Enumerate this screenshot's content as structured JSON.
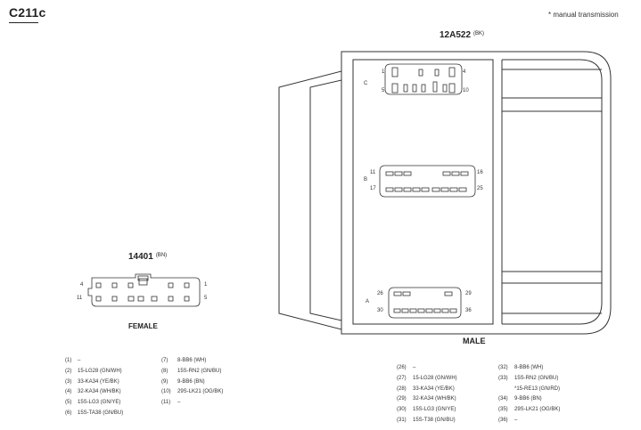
{
  "connector_id": "C211c",
  "note": "*   manual transmission",
  "male_connector": {
    "name": "12A522",
    "color": "(BK)",
    "gender_label": "MALE",
    "section_c": {
      "letter": "C",
      "top_left": "1",
      "top_right": "4",
      "bottom_left": "5",
      "bottom_right": "10"
    },
    "section_b": {
      "letter": "B",
      "top_left": "11",
      "top_right": "16",
      "bottom_left": "17",
      "bottom_right": "25"
    },
    "section_a": {
      "letter": "A",
      "top_left": "26",
      "top_right": "29",
      "bottom_left": "30",
      "bottom_right": "36"
    }
  },
  "female_connector": {
    "name": "14401",
    "color": "(BN)",
    "gender_label": "FEMALE",
    "top_left": "4",
    "top_right": "1",
    "bottom_left": "11",
    "bottom_right": "5"
  },
  "female_pins_col1": [
    {
      "num": "(1)",
      "desc": "–"
    },
    {
      "num": "(2)",
      "desc": "15-LG28 (GN/WH)"
    },
    {
      "num": "(3)",
      "desc": "33-KA34 (YE/BK)"
    },
    {
      "num": "(4)",
      "desc": "32-KA34 (WH/BK)"
    },
    {
      "num": "(5)",
      "desc": "15S-LG3 (GN/YE)"
    },
    {
      "num": "(6)",
      "desc": "15S-TA38 (GN/BU)"
    }
  ],
  "female_pins_col2": [
    {
      "num": "(7)",
      "desc": "8-BB6 (WH)"
    },
    {
      "num": "(8)",
      "desc": "15S-RN2 (GN/BU)"
    },
    {
      "num": "(9)",
      "desc": "9-BB6 (BN)"
    },
    {
      "num": "(10)",
      "desc": "29S-LK21 (OG/BK)"
    },
    {
      "num": "(11)",
      "desc": "–"
    }
  ],
  "male_pins_col1": [
    {
      "num": "(26)",
      "desc": "–"
    },
    {
      "num": "(27)",
      "desc": "15-LG28 (GN/WH)"
    },
    {
      "num": "(28)",
      "desc": "33-KA34 (YE/BK)"
    },
    {
      "num": "(29)",
      "desc": "32-KA34 (WH/BK)"
    },
    {
      "num": "(30)",
      "desc": "15S-LG3 (GN/YE)"
    },
    {
      "num": "(31)",
      "desc": "15S-T38 (GN/BU)"
    }
  ],
  "male_pins_col2": [
    {
      "num": "(32)",
      "desc": "8-BB6 (WH)"
    },
    {
      "num": "(33)",
      "desc": "15S-RN2 (GN/BU)"
    },
    {
      "num": "",
      "desc": "*15-RE13 (GN/RD)"
    },
    {
      "num": "(34)",
      "desc": "9-BB6 (BN)"
    },
    {
      "num": "(35)",
      "desc": "29S-LK21 (OG/BK)"
    },
    {
      "num": "(36)",
      "desc": "–"
    }
  ]
}
